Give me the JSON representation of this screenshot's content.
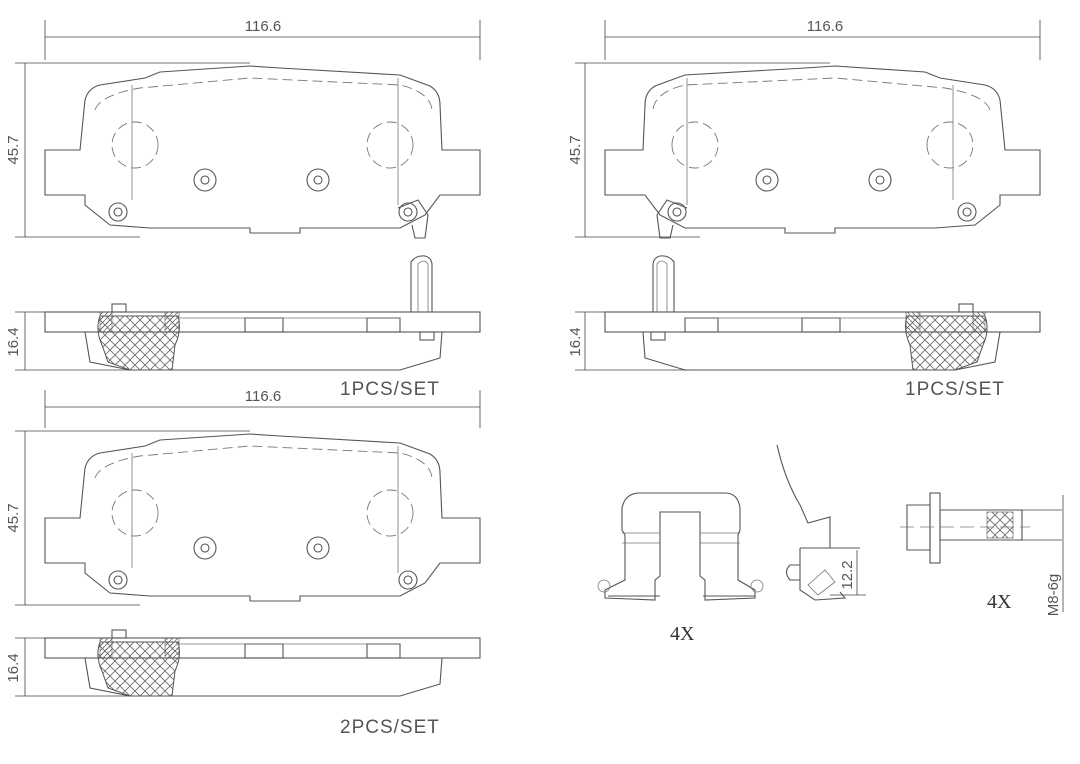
{
  "dimensions": {
    "width": "116.6",
    "height": "45.7",
    "thickness": "16.4",
    "sensor_height": "12.2",
    "bolt_thread": "M8-6g"
  },
  "labels": {
    "inner_pad_qty": "1PCS/SET",
    "outer_pad_qty": "1PCS/SET",
    "third_pad_qty": "2PCS/SET",
    "clip_qty": "4X",
    "bolt_qty": "4X"
  },
  "colors": {
    "line": "#555555",
    "background": "#ffffff"
  }
}
